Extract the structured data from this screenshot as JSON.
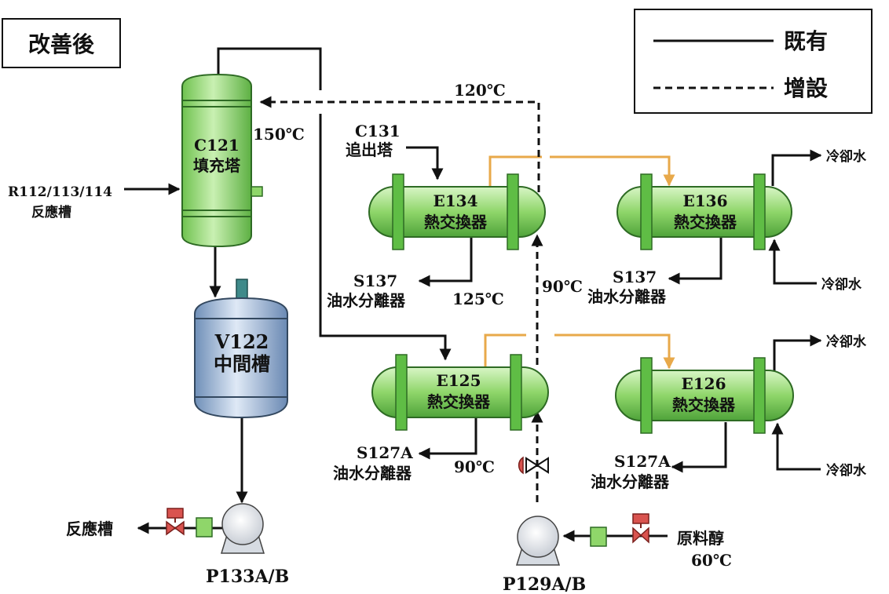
{
  "title_box": {
    "label": "改善後"
  },
  "legend": {
    "existing_label": "既有",
    "new_label": "增設"
  },
  "column": {
    "code": "C121",
    "name": "填充塔",
    "temp": "150℃"
  },
  "reactor_in": {
    "code": "R112/113/114",
    "name": "反應槽"
  },
  "tank": {
    "code": "V122",
    "name": "中間槽"
  },
  "pump_left": {
    "code": "P133A/B",
    "out_label": "反應槽"
  },
  "pump_mid": {
    "code": "P129A/B"
  },
  "feed": {
    "name": "原料醇",
    "temp": "60℃"
  },
  "hx": {
    "e134": {
      "code": "E134",
      "name": "熱交換器"
    },
    "e136": {
      "code": "E136",
      "name": "熱交換器"
    },
    "e125": {
      "code": "E125",
      "name": "熱交換器"
    },
    "e126": {
      "code": "E126",
      "name": "熱交換器"
    }
  },
  "c131": {
    "code": "C131",
    "name": "追出塔"
  },
  "sep_s137_a": {
    "code": "S137",
    "name": "油水分離器",
    "temp": "125℃"
  },
  "sep_s137_b": {
    "code": "S137",
    "name": "油水分離器"
  },
  "sep_s127a_a": {
    "code": "S127A",
    "name": "油水分離器",
    "temp": "90℃"
  },
  "sep_s127a_b": {
    "code": "S127A",
    "name": "油水分離器"
  },
  "temps": {
    "t120": "120℃",
    "t90": "90℃"
  },
  "cooling": {
    "e136_out": "冷卻水",
    "e136_in": "冷卻水",
    "e126_out": "冷卻水",
    "e126_in": "冷卻水"
  },
  "colors": {
    "column_green": "#8fd66a",
    "hx_green": "#9ee07a",
    "tank_blue": "#8aa8cc",
    "valve_red": "#d9534f",
    "flow_orange": "#e8a94a"
  }
}
